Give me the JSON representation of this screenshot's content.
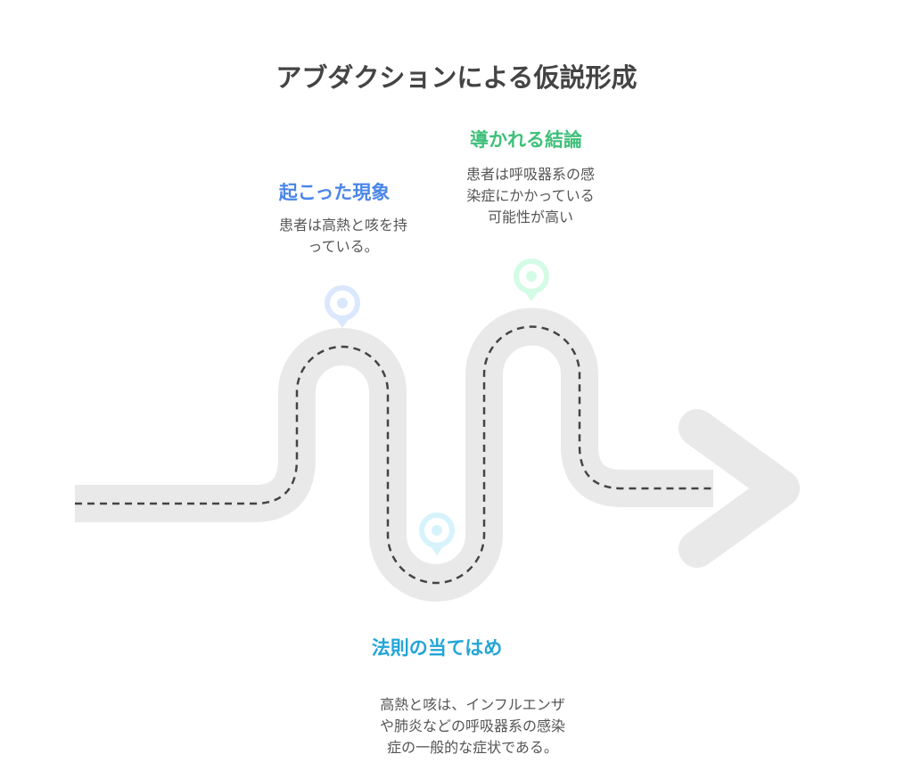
{
  "title": "アブダクションによる仮説形成",
  "steps": [
    {
      "heading": "起こった現象",
      "text": "患者は高熱と咳を持\nっている。",
      "color": "#4b86e8",
      "pin_color": "#dbe7fd"
    },
    {
      "heading": "法則の当てはめ",
      "text": "高熱と咳は、インフルエンザ\nや肺炎などの呼吸器系の感染\n症の一般的な症状である。",
      "color": "#23a5d6",
      "pin_color": "#d6f3fc"
    },
    {
      "heading": "導かれる結論",
      "text": "患者は呼吸器系の感\n染症にかかっている\n可能性が高い",
      "color": "#3fc07a",
      "pin_color": "#d4fbe6"
    }
  ]
}
